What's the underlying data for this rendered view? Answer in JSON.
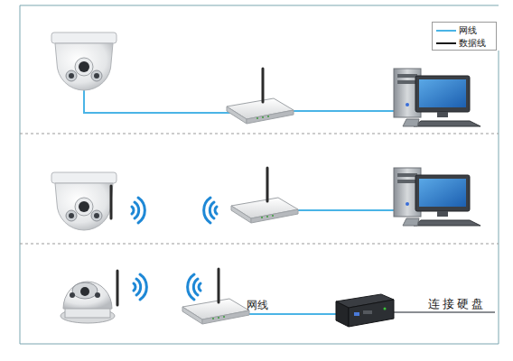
{
  "diagram": {
    "labels": [
      "网线",
      "连接硬盘"
    ],
    "legend": [
      {
        "text": "网线"
      },
      {
        "text": "数据线"
      }
    ]
  }
}
